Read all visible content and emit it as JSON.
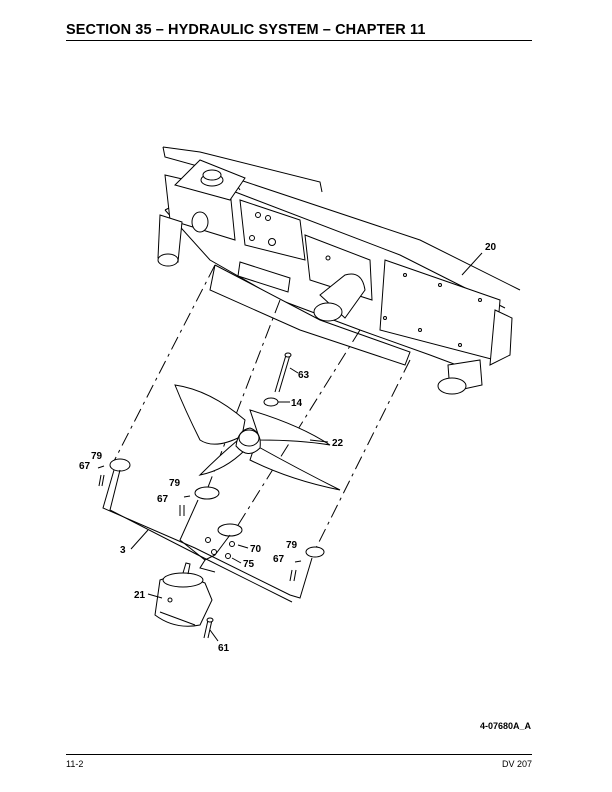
{
  "header": {
    "title": "SECTION 35 – HYDRAULIC SYSTEM – CHAPTER 11"
  },
  "callouts": {
    "c20": "20",
    "c63": "63",
    "c14": "14",
    "c22": "22",
    "c79a": "79",
    "c67a": "67",
    "c79b": "79",
    "c67b": "67",
    "c3": "3",
    "c70": "70",
    "c75": "75",
    "c79c": "79",
    "c67c": "67",
    "c21": "21",
    "c61": "61"
  },
  "figure_id": "4-07680A_A",
  "footer": {
    "page": "11-2",
    "doc": "DV 207"
  }
}
